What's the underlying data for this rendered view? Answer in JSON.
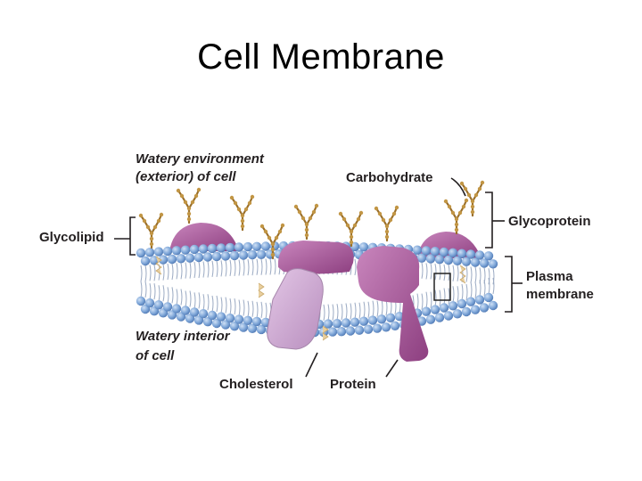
{
  "title": "Cell Membrane",
  "diagram": {
    "labels": {
      "exterior_line1": "Watery environment",
      "exterior_line2": "(exterior) of cell",
      "carbohydrate": "Carbohydrate",
      "glycolipid": "Glycolipid",
      "glycoprotein": "Glycoprotein",
      "plasma_line1": "Plasma",
      "plasma_line2": "membrane",
      "interior_line1": "Watery interior",
      "interior_line2": "of cell",
      "cholesterol": "Cholesterol",
      "protein": "Protein"
    },
    "colors": {
      "phospholipid_head": "#6f9bd3",
      "phospholipid_tail": "#8aa0bf",
      "protein": "#a9559a",
      "cholesterol_protein": "#c8a0cc",
      "carbohydrate": "#b5893a",
      "cholesterol": "#e2c79a"
    }
  }
}
